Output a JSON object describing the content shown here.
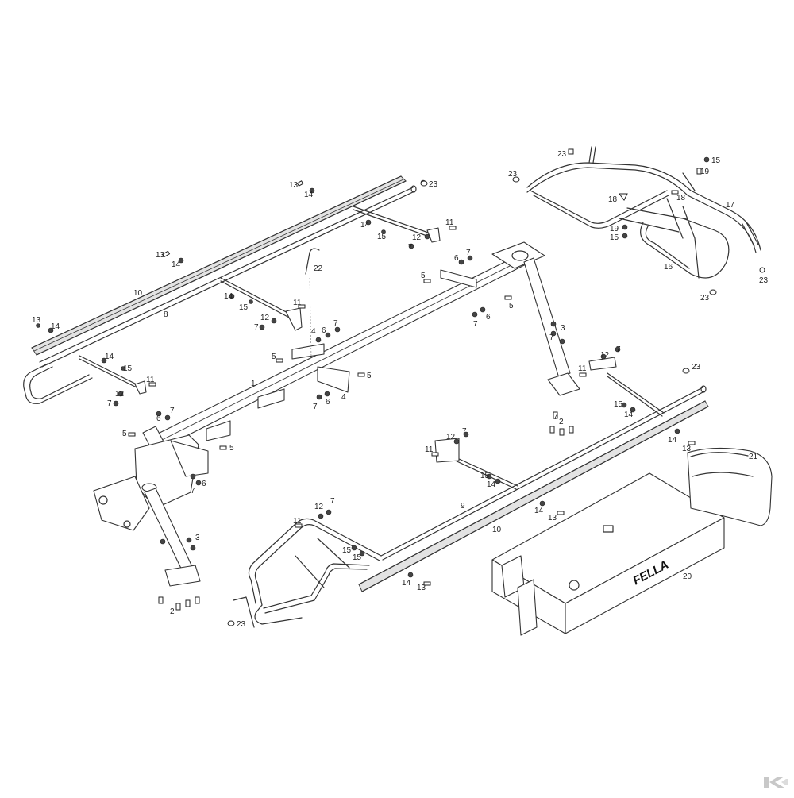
{
  "diagram": {
    "brand_text": "FELLA",
    "callouts": [
      {
        "id": "c1",
        "text": "1"
      },
      {
        "id": "c2a",
        "text": "2"
      },
      {
        "id": "c2b",
        "text": "2"
      },
      {
        "id": "c3a",
        "text": "3"
      },
      {
        "id": "c3b",
        "text": "3"
      },
      {
        "id": "c4a",
        "text": "4"
      },
      {
        "id": "c4b",
        "text": "4"
      },
      {
        "id": "c5a",
        "text": "5"
      },
      {
        "id": "c5b",
        "text": "5"
      },
      {
        "id": "c5c",
        "text": "5"
      },
      {
        "id": "c5d",
        "text": "5"
      },
      {
        "id": "c5e",
        "text": "5"
      },
      {
        "id": "c5f",
        "text": "5"
      },
      {
        "id": "c6a",
        "text": "6"
      },
      {
        "id": "c6b",
        "text": "6"
      },
      {
        "id": "c6c",
        "text": "6"
      },
      {
        "id": "c6d",
        "text": "6"
      },
      {
        "id": "c6e",
        "text": "6"
      },
      {
        "id": "c6f",
        "text": "6"
      },
      {
        "id": "c7a",
        "text": "7"
      },
      {
        "id": "c7b",
        "text": "7"
      },
      {
        "id": "c7c",
        "text": "7"
      },
      {
        "id": "c7d",
        "text": "7"
      },
      {
        "id": "c7e",
        "text": "7"
      },
      {
        "id": "c7f",
        "text": "7"
      },
      {
        "id": "c7g",
        "text": "7"
      },
      {
        "id": "c7h",
        "text": "7"
      },
      {
        "id": "c7i",
        "text": "7"
      },
      {
        "id": "c7j",
        "text": "7"
      },
      {
        "id": "c7k",
        "text": "7"
      },
      {
        "id": "c7l",
        "text": "7"
      },
      {
        "id": "c7m",
        "text": "7"
      },
      {
        "id": "c7n",
        "text": "7"
      },
      {
        "id": "c8",
        "text": "8"
      },
      {
        "id": "c9",
        "text": "9"
      },
      {
        "id": "c10a",
        "text": "10"
      },
      {
        "id": "c10b",
        "text": "10"
      },
      {
        "id": "c11a",
        "text": "11"
      },
      {
        "id": "c11b",
        "text": "11"
      },
      {
        "id": "c11c",
        "text": "11"
      },
      {
        "id": "c11d",
        "text": "11"
      },
      {
        "id": "c11e",
        "text": "11"
      },
      {
        "id": "c11f",
        "text": "11"
      },
      {
        "id": "c12a",
        "text": "12"
      },
      {
        "id": "c12b",
        "text": "12"
      },
      {
        "id": "c12c",
        "text": "12"
      },
      {
        "id": "c12d",
        "text": "12"
      },
      {
        "id": "c12e",
        "text": "12"
      },
      {
        "id": "c12f",
        "text": "12"
      },
      {
        "id": "c13a",
        "text": "13"
      },
      {
        "id": "c13b",
        "text": "13"
      },
      {
        "id": "c13c",
        "text": "13"
      },
      {
        "id": "c13d",
        "text": "13"
      },
      {
        "id": "c13e",
        "text": "13"
      },
      {
        "id": "c13f",
        "text": "13"
      },
      {
        "id": "c14a",
        "text": "14"
      },
      {
        "id": "c14b",
        "text": "14"
      },
      {
        "id": "c14c",
        "text": "14"
      },
      {
        "id": "c14d",
        "text": "14"
      },
      {
        "id": "c14e",
        "text": "14"
      },
      {
        "id": "c14f",
        "text": "14"
      },
      {
        "id": "c14g",
        "text": "14"
      },
      {
        "id": "c14h",
        "text": "14"
      },
      {
        "id": "c14i",
        "text": "14"
      },
      {
        "id": "c14j",
        "text": "14"
      },
      {
        "id": "c14k",
        "text": "14"
      },
      {
        "id": "c15a",
        "text": "15"
      },
      {
        "id": "c15b",
        "text": "15"
      },
      {
        "id": "c15c",
        "text": "15"
      },
      {
        "id": "c15d",
        "text": "15"
      },
      {
        "id": "c15e",
        "text": "15"
      },
      {
        "id": "c15f",
        "text": "15"
      },
      {
        "id": "c15g",
        "text": "15"
      },
      {
        "id": "c15h",
        "text": "15"
      },
      {
        "id": "c15i",
        "text": "15"
      },
      {
        "id": "c16",
        "text": "16"
      },
      {
        "id": "c17",
        "text": "17"
      },
      {
        "id": "c18a",
        "text": "18"
      },
      {
        "id": "c18b",
        "text": "18"
      },
      {
        "id": "c19a",
        "text": "19"
      },
      {
        "id": "c19b",
        "text": "19"
      },
      {
        "id": "c20",
        "text": "20"
      },
      {
        "id": "c21",
        "text": "21"
      },
      {
        "id": "c22",
        "text": "22"
      },
      {
        "id": "c23a",
        "text": "23"
      },
      {
        "id": "c23b",
        "text": "23"
      },
      {
        "id": "c23c",
        "text": "23"
      },
      {
        "id": "c23d",
        "text": "23"
      },
      {
        "id": "c23e",
        "text": "23"
      },
      {
        "id": "c23f",
        "text": "23"
      },
      {
        "id": "c23g",
        "text": "23"
      }
    ]
  },
  "colors": {
    "line": "#333333",
    "background": "#ffffff",
    "shade": "#e3e3e3"
  },
  "icons": {
    "corner_logo": "kramp-k-logo"
  }
}
